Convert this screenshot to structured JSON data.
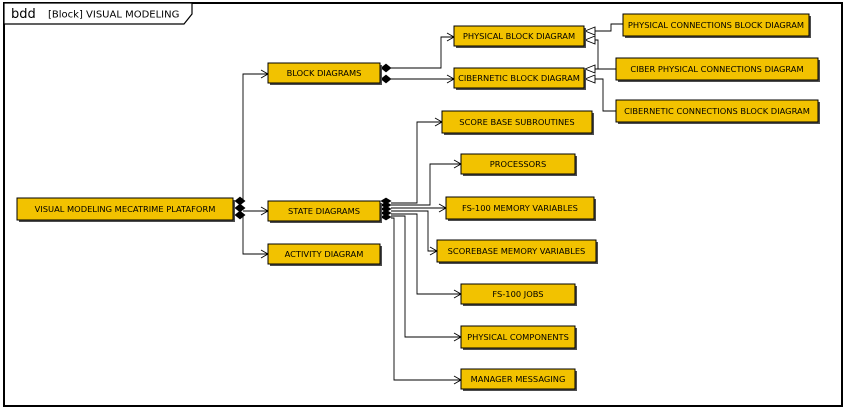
{
  "frame": {
    "kind": "bdd",
    "title": "[Block] VISUAL MODELING"
  },
  "blocks": {
    "root": "VISUAL MODELING MECATRIME PLATAFORM",
    "block_diagrams": "BLOCK DIAGRAMS",
    "state_diagrams": "STATE DIAGRAMS",
    "activity_diagram": "ACTIVITY DIAGRAM",
    "physical_block": "PHYSICAL BLOCK DIAGRAM",
    "cibernetic_block": "CIBERNETIC BLOCK DIAGRAM",
    "physical_connections": "PHYSICAL CONNECTIONS BLOCK DIAGRAM",
    "ciber_physical_connections": "CIBER PHYSICAL CONNECTIONS DIAGRAM",
    "cibernetic_connections": "CIBERNETIC CONNECTIONS BLOCK DIAGRAM",
    "score_base_subroutines": "SCORE BASE SUBROUTINES",
    "processors": "PROCESSORS",
    "fs100_memory_variables": "FS-100 MEMORY VARIABLES",
    "scorebase_memory_variables": "SCOREBASE MEMORY VARIABLES",
    "fs100_jobs": "FS-100 JOBS",
    "physical_components": "PHYSICAL COMPONENTS",
    "manager_messaging": "MANAGER MESSAGING"
  },
  "colors": {
    "block_fill": "#f2c200",
    "block_shadow": "#4d4d4d",
    "line": "#000000",
    "background": "#ffffff"
  }
}
